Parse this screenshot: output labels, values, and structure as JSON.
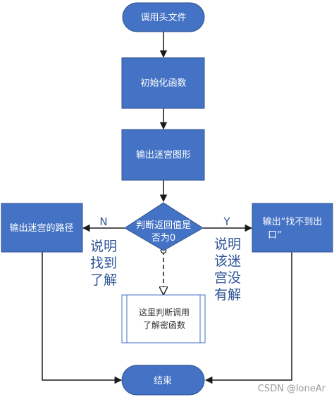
{
  "nodes": {
    "start": "调用头文件",
    "init": "初始化函数",
    "output_maze": "输出迷宫图形",
    "decision_line1": "判断返回值是",
    "decision_line2": "否为0",
    "left_box": "输出迷宫的路径",
    "right_line1": "输出“找不到出",
    "right_line2": "口”",
    "note_line1": "这里判断调用",
    "note_line2": "了解密函数",
    "end": "结束"
  },
  "labels": {
    "n": "N",
    "y": "Y",
    "left_l1": "说明",
    "left_l2": "找到",
    "left_l3": "了解",
    "right_l1": "说明",
    "right_l2": "该迷",
    "right_l3": "宫没",
    "right_l4": "有解"
  },
  "watermark": "CSDN @loneAr",
  "colors": {
    "node_fill": "#4472c4",
    "node_edge": "#2f528f",
    "note_edge": "#4472c4",
    "label": "#2f5597"
  }
}
